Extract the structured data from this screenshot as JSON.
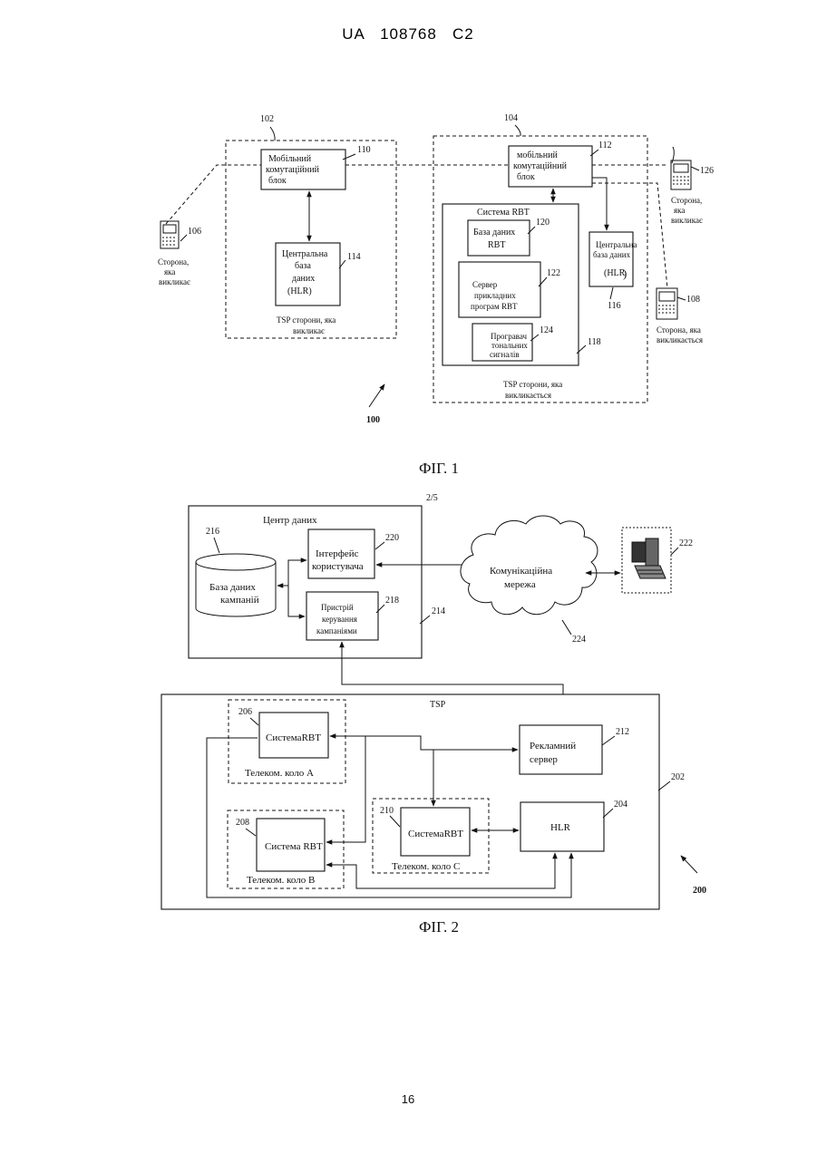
{
  "header": {
    "patent": "UA   108768   C2"
  },
  "page_number": "16",
  "sheet_marker": "2/5",
  "fig1": {
    "caption": "ФІГ. 1",
    "ref_100": "100",
    "calling_tsp": {
      "ref": "102",
      "label_1": "TSP сторони, яка",
      "label_2": "викликає",
      "msc": {
        "ref": "110",
        "line1": "Мобільний",
        "line2": "комутаційний",
        "line3": "блок"
      },
      "hlr": {
        "ref": "114",
        "line1": "Центральна",
        "line2": "база",
        "line3": "даних",
        "line4": "(HLR)"
      }
    },
    "called_tsp": {
      "ref": "104",
      "label_1": "TSP сторони, яка",
      "label_2": "викликається",
      "msc": {
        "ref": "112",
        "line1": "мобільний",
        "line2": "комутаційний",
        "line3": "блок"
      },
      "rbt_system": {
        "ref": "118",
        "title": "Система RBT",
        "db": {
          "ref": "120",
          "line1": "База даних",
          "line2": "RBT"
        },
        "server": {
          "ref": "122",
          "line1": "Сервер",
          "line2": "прикладних",
          "line3": "програм RBT"
        },
        "player": {
          "ref": "124",
          "line1": "Програвач",
          "line2": "тональних",
          "line3": "сигналів"
        }
      },
      "hlr": {
        "ref": "116",
        "line1": "Центральна",
        "line2": "база даних",
        "line3": "(HLR",
        "paren": ")"
      }
    },
    "phone_106": {
      "ref": "106",
      "line1": "Сторона,",
      "line2": "яка",
      "line3": "викликає"
    },
    "phone_126": {
      "ref": "126",
      "line1": "Сторона,",
      "line2": "яка",
      "line3": "викликає"
    },
    "phone_108": {
      "ref": "108",
      "line1": "Сторона, яка",
      "line2": "викликається"
    }
  },
  "fig2": {
    "caption": "ФІГ. 2",
    "ref_200": "200",
    "data_center": {
      "ref": "214",
      "title": "Центр даних",
      "db": {
        "ref": "216",
        "line1": "База даних",
        "line2": "кампаній"
      },
      "ui": {
        "ref": "220",
        "line1": "Інтерфейс",
        "line2": "користувача"
      },
      "mgr": {
        "ref": "218",
        "line1": "Пристрій",
        "line2": "керування",
        "line3": "кампаніями"
      }
    },
    "network": {
      "ref": "224",
      "line1": "Комунікаційна",
      "line2": "мережа"
    },
    "computer": {
      "ref": "222"
    },
    "tsp": {
      "ref": "202",
      "title": "TSP",
      "ring_a": {
        "ref": "206",
        "system": "СистемаRBT",
        "label": "Телеком. коло А"
      },
      "ring_b": {
        "ref": "208",
        "system": "Система RBT",
        "label": "Телеком. коло В"
      },
      "ring_c": {
        "ref": "210",
        "system": "СистемаRBT",
        "label": "Телеком. коло С"
      },
      "ad_server": {
        "ref": "212",
        "line1": "Рекламний",
        "line2": "сервер"
      },
      "hlr": {
        "ref": "204",
        "label": "HLR"
      }
    }
  }
}
